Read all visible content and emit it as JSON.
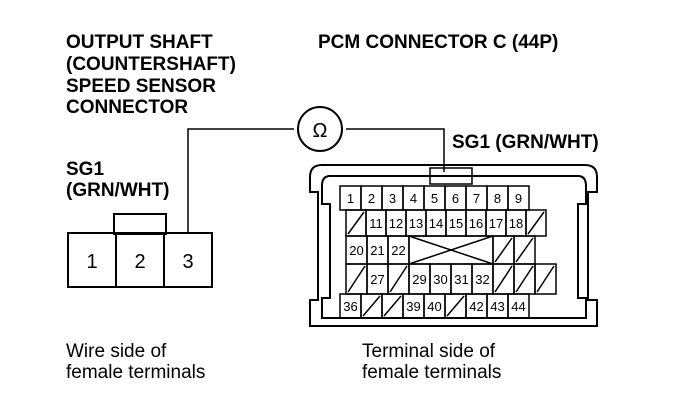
{
  "left_connector": {
    "title_lines": [
      "OUTPUT SHAFT",
      "(COUNTERSHAFT)",
      "SPEED SENSOR",
      "CONNECTOR"
    ],
    "terminal_label_lines": [
      "SG1",
      "(GRN/WHT)"
    ],
    "pins": [
      "1",
      "2",
      "3"
    ],
    "view_lines": [
      "Wire side of",
      "female terminals"
    ]
  },
  "right_connector": {
    "title": "PCM CONNECTOR C (44P)",
    "terminal_label": "SG1 (GRN/WHT)",
    "view_lines": [
      "Terminal side of",
      "female terminals"
    ],
    "rows": [
      [
        "1",
        "2",
        "3",
        "4",
        "5",
        "6",
        "7",
        "8",
        "9"
      ],
      [
        "/",
        "11",
        "12",
        "13",
        "14",
        "15",
        "16",
        "17",
        "18",
        "/"
      ],
      [
        "20",
        "21",
        "22",
        "X",
        "X",
        "X",
        "X",
        "/",
        "/"
      ],
      [
        "/",
        "27",
        "/",
        "29",
        "30",
        "31",
        "32",
        "/",
        "/",
        "/"
      ],
      [
        "36",
        "/",
        "/",
        "39",
        "40",
        "/",
        "42",
        "43",
        "44"
      ]
    ]
  },
  "meter_symbol": "Ω",
  "colors": {
    "line": "#000000",
    "background": "#ffffff"
  }
}
